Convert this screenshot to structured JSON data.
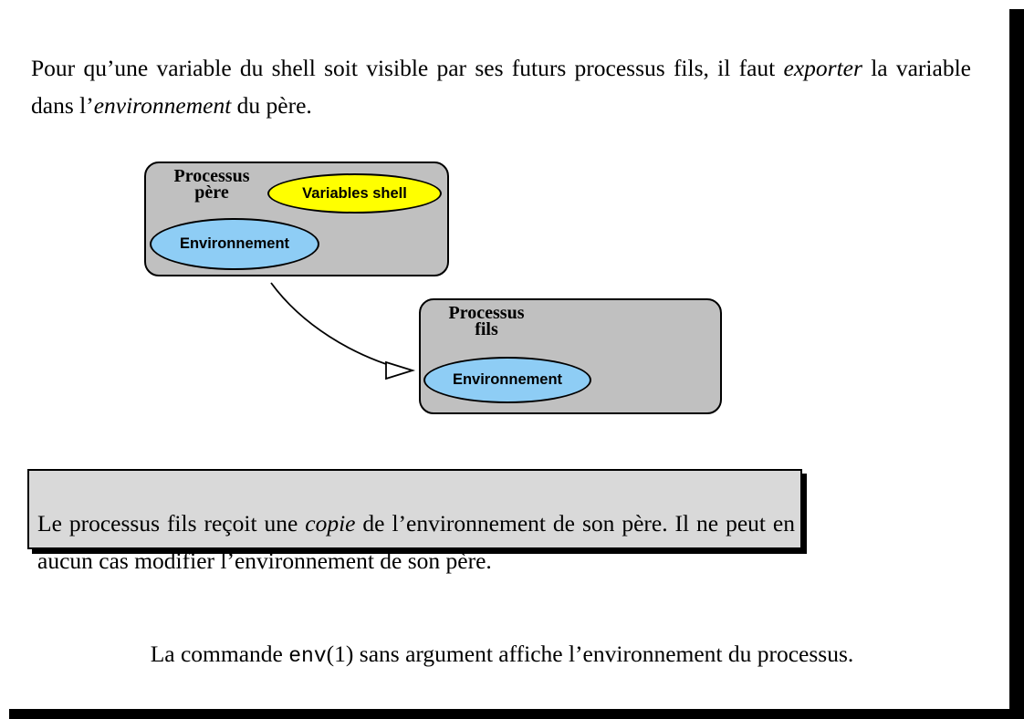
{
  "slide": {
    "intro": {
      "part1": "Pour qu’une variable du shell soit visible par ses futurs processus fils, il faut ",
      "emph1": "exporter",
      "part2": " la variable dans l’",
      "emph2": "environnement",
      "part3": " du père."
    },
    "diagram": {
      "parent_box": {
        "label_line1": "Processus",
        "label_line2": "père",
        "shell_vars_label": "Variables shell",
        "environment_label": "Environnement",
        "fill_color": "#c0c0c0",
        "shell_vars_color": "#ffff00",
        "environment_color": "#8ecdf5"
      },
      "child_box": {
        "label_line1": "Processus",
        "label_line2": "fils",
        "environment_label": "Environnement",
        "fill_color": "#c0c0c0",
        "environment_color": "#8ecdf5"
      },
      "arrow": {
        "description": "curved arrow from parent process to child process environment"
      }
    },
    "note": {
      "part1": "Le processus fils reçoit une ",
      "emph1": "copie",
      "part2": " de l’environnement de son père. Il ne peut en aucun cas modifier l’environnement de son père.",
      "background_color": "#d9d9d9"
    },
    "footer": {
      "part1": "La commande ",
      "command": "env",
      "part2": "(1) sans argument affiche l’environnement du processus."
    }
  }
}
